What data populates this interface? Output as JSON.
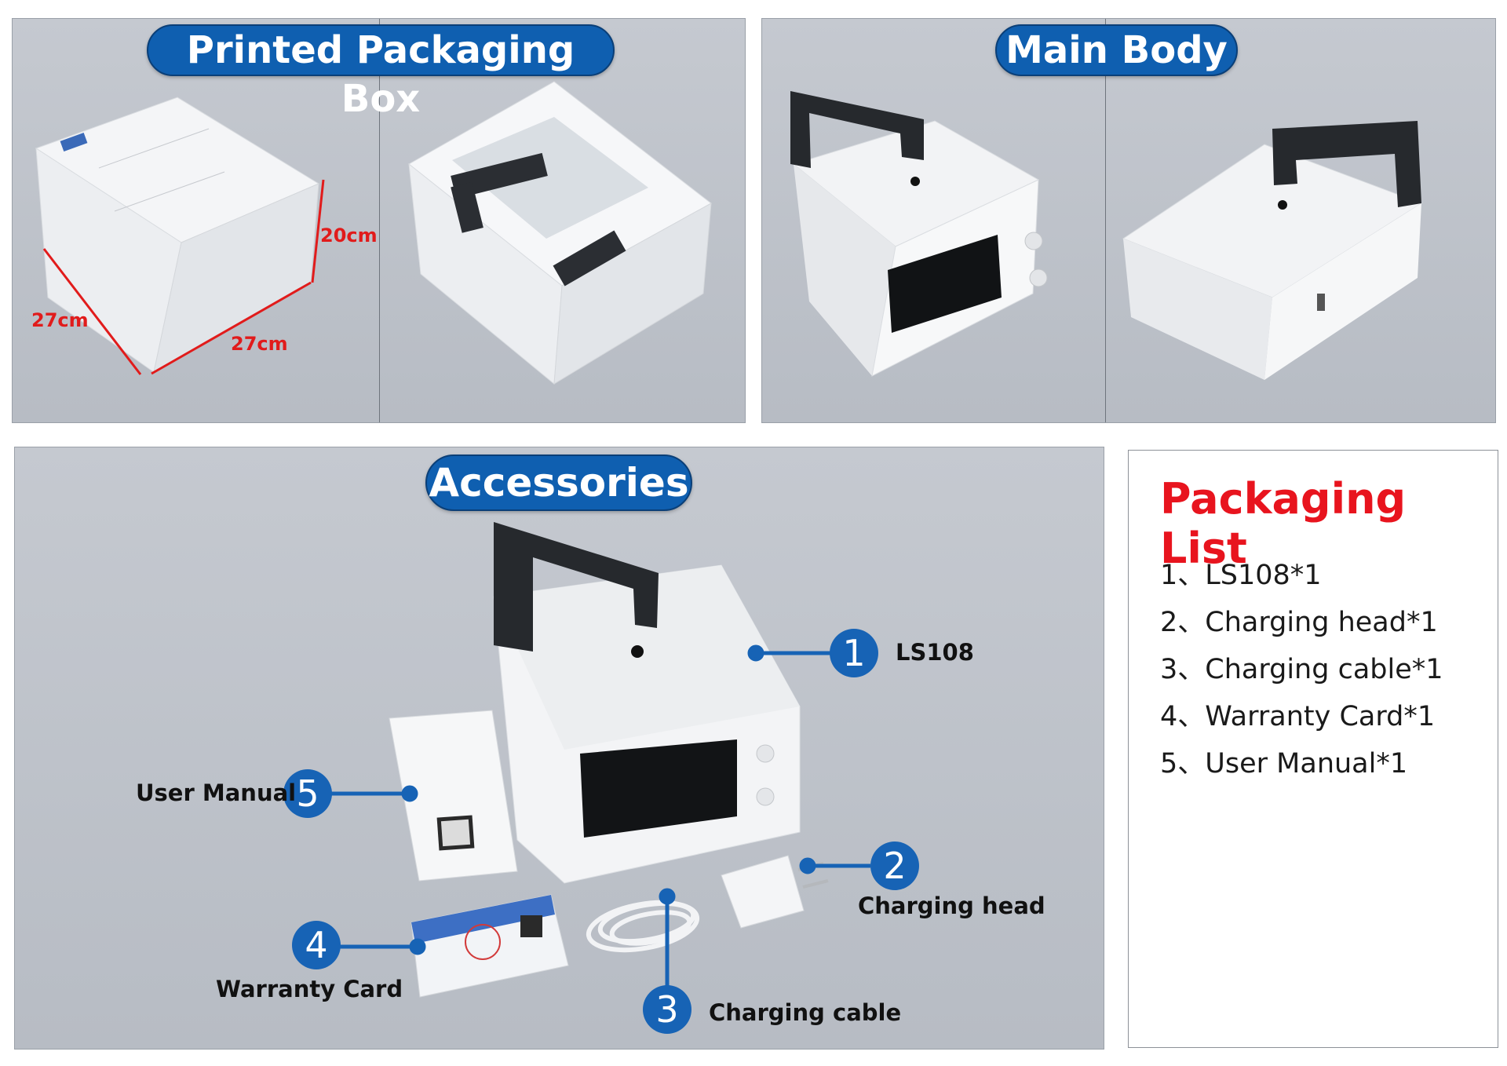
{
  "packaging_box": {
    "title": "Printed Packaging Box",
    "height_label": "20cm",
    "depth_label": "27cm",
    "width_label": "27cm"
  },
  "main_body": {
    "title": "Main Body"
  },
  "accessories": {
    "title": "Accessories",
    "callouts": [
      {
        "number": "1",
        "label": "LS108"
      },
      {
        "number": "2",
        "label": "Charging head"
      },
      {
        "number": "3",
        "label": "Charging cable"
      },
      {
        "number": "4",
        "label": "Warranty Card"
      },
      {
        "number": "5",
        "label": "User Manual"
      }
    ]
  },
  "packaging_list": {
    "title": "Packaging List",
    "items": [
      "1、LS108*1",
      "2、Charging head*1",
      "3、Charging cable*1",
      "4、Warranty Card*1",
      "5、User Manual*1"
    ]
  },
  "colors": {
    "accent_blue": "#0f5fb0",
    "dimension_red": "#e11b1b",
    "list_title_red": "#e8141e"
  }
}
